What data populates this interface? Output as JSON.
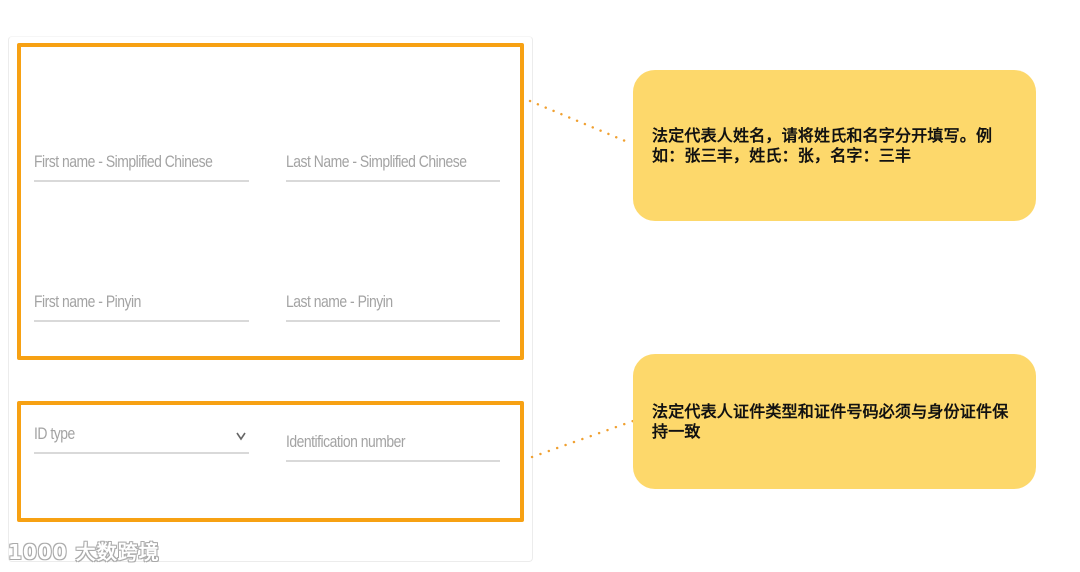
{
  "form": {
    "name_section": {
      "first_name_chinese": {
        "placeholder": "First name - Simplified Chinese",
        "value": ""
      },
      "last_name_chinese": {
        "placeholder": "Last Name - Simplified Chinese",
        "value": ""
      },
      "first_name_pinyin": {
        "placeholder": "First name - Pinyin",
        "value": ""
      },
      "last_name_pinyin": {
        "placeholder": "Last name - Pinyin",
        "value": ""
      }
    },
    "id_section": {
      "id_type": {
        "placeholder": "ID type",
        "selected": "",
        "icon": "chevron-down-icon"
      },
      "id_number": {
        "placeholder": "Identification number",
        "value": ""
      }
    }
  },
  "annotations": {
    "name_callout": "法定代表人姓名，请将姓氏和名字分开填写。例如：张三丰，姓氏：张，名字：三丰",
    "id_callout": "法定代表人证件类型和证件号码必须与身份证件保持一致"
  },
  "watermark": "1000 大数跨境",
  "colors": {
    "highlight_border": "#f7a113",
    "callout_bg": "#fdd86b",
    "connector_dots": "#f0a030",
    "placeholder_text": "#a3a3a3",
    "underline": "#d9d9d9"
  }
}
